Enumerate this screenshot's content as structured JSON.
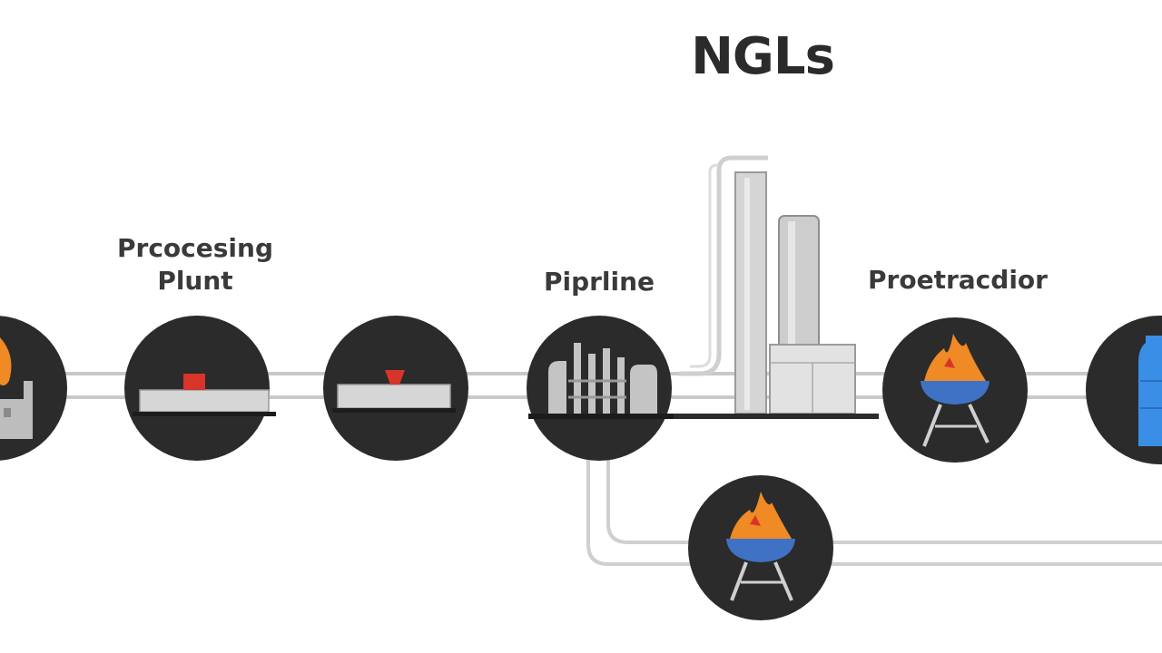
{
  "diagram": {
    "title": "NGLs",
    "labels": {
      "processing_line1": "Prcocesing",
      "processing_line2": "Plunt",
      "pipeline": "Piprline",
      "production": "Proetracdior"
    },
    "colors": {
      "node_fill": "#2b2b2b",
      "pipe": "#c9c9c9",
      "flame_orange": "#f08a24",
      "flame_red": "#d9342b",
      "grill_blue": "#3f72c4",
      "bottle_blue": "#3a8ee6",
      "equipment_grey": "#bfbfbf"
    },
    "nodes": [
      {
        "id": "source",
        "icon": "flare-plant-icon"
      },
      {
        "id": "processing",
        "icon": "processing-unit-icon"
      },
      {
        "id": "processing-2",
        "icon": "processing-unit-icon"
      },
      {
        "id": "pipeline",
        "icon": "refinery-icon"
      },
      {
        "id": "production",
        "icon": "grill-icon"
      },
      {
        "id": "bottle",
        "icon": "bottle-icon"
      },
      {
        "id": "branch",
        "icon": "grill-icon"
      }
    ]
  }
}
